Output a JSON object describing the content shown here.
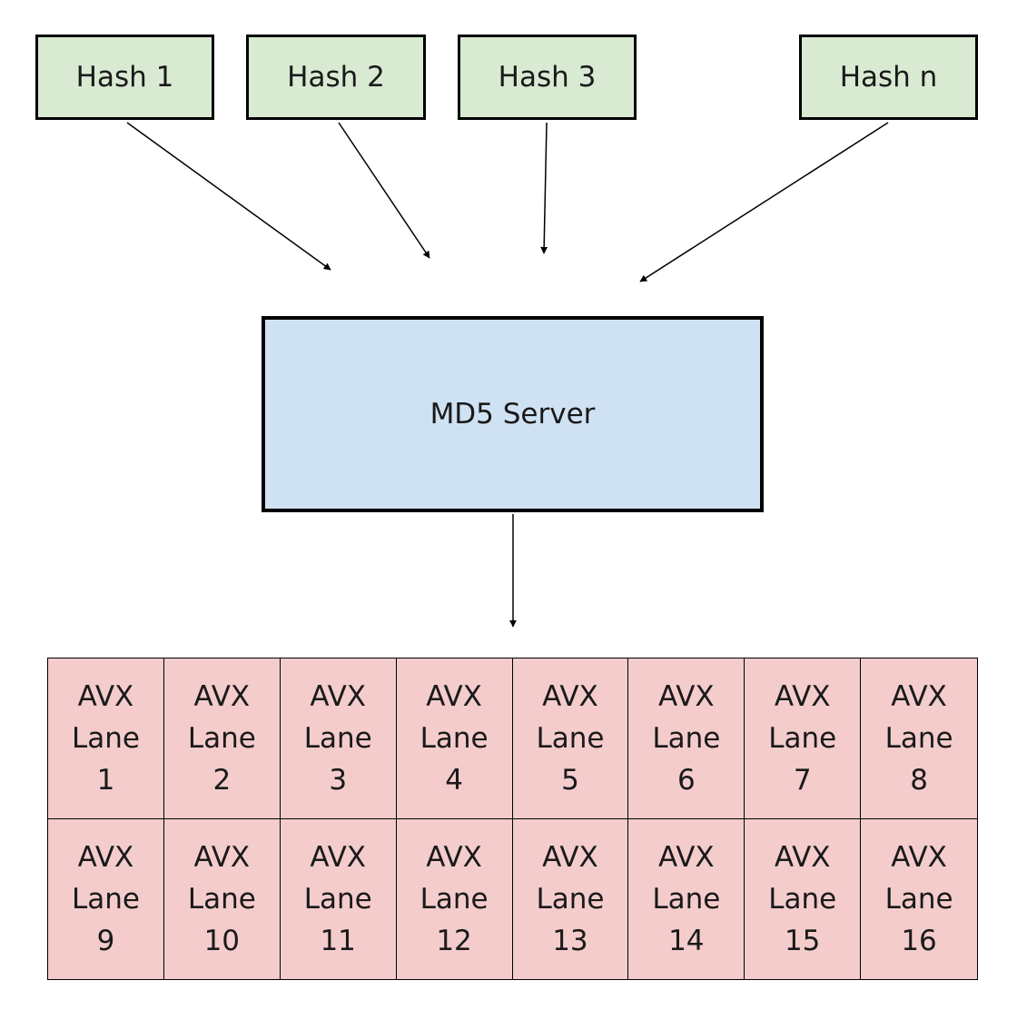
{
  "diagram": {
    "hashes": [
      {
        "label": "Hash 1"
      },
      {
        "label": "Hash 2"
      },
      {
        "label": "Hash 3"
      },
      {
        "label": "Hash n"
      }
    ],
    "server": {
      "label": "MD5 Server"
    },
    "lanes": [
      {
        "line1": "AVX",
        "line2": "Lane",
        "number": "1"
      },
      {
        "line1": "AVX",
        "line2": "Lane",
        "number": "2"
      },
      {
        "line1": "AVX",
        "line2": "Lane",
        "number": "3"
      },
      {
        "line1": "AVX",
        "line2": "Lane",
        "number": "4"
      },
      {
        "line1": "AVX",
        "line2": "Lane",
        "number": "5"
      },
      {
        "line1": "AVX",
        "line2": "Lane",
        "number": "6"
      },
      {
        "line1": "AVX",
        "line2": "Lane",
        "number": "7"
      },
      {
        "line1": "AVX",
        "line2": "Lane",
        "number": "8"
      },
      {
        "line1": "AVX",
        "line2": "Lane",
        "number": "9"
      },
      {
        "line1": "AVX",
        "line2": "Lane",
        "number": "10"
      },
      {
        "line1": "AVX",
        "line2": "Lane",
        "number": "11"
      },
      {
        "line1": "AVX",
        "line2": "Lane",
        "number": "12"
      },
      {
        "line1": "AVX",
        "line2": "Lane",
        "number": "13"
      },
      {
        "line1": "AVX",
        "line2": "Lane",
        "number": "14"
      },
      {
        "line1": "AVX",
        "line2": "Lane",
        "number": "15"
      },
      {
        "line1": "AVX",
        "line2": "Lane",
        "number": "16"
      }
    ]
  },
  "colors": {
    "hash_fill": "#d9ead3",
    "server_fill": "#cfe2f3",
    "lane_fill": "#f4cccc",
    "stroke": "#000000"
  }
}
